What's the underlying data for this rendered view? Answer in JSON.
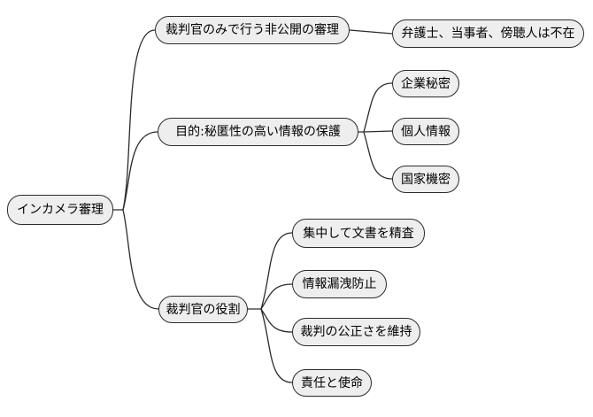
{
  "mindmap": {
    "root": {
      "label": "インカメラ審理"
    },
    "branches": [
      {
        "label": "裁判官のみで行う非公開の審理",
        "children": [
          {
            "label": "弁護士、当事者、傍聴人は不在"
          }
        ]
      },
      {
        "label": "目的:秘匿性の高い情報の保護",
        "children": [
          {
            "label": "企業秘密"
          },
          {
            "label": "個人情報"
          },
          {
            "label": "国家機密"
          }
        ]
      },
      {
        "label": "裁判官の役割",
        "children": [
          {
            "label": "集中して文書を精査"
          },
          {
            "label": "情報漏洩防止"
          },
          {
            "label": "裁判の公正さを維持"
          },
          {
            "label": "責任と使命"
          }
        ]
      }
    ],
    "colors": {
      "node_fill": "#eeeeee",
      "node_border": "#2b2b2b",
      "edge": "#2b2b2b",
      "text": "#000000",
      "background": "#ffffff"
    }
  }
}
